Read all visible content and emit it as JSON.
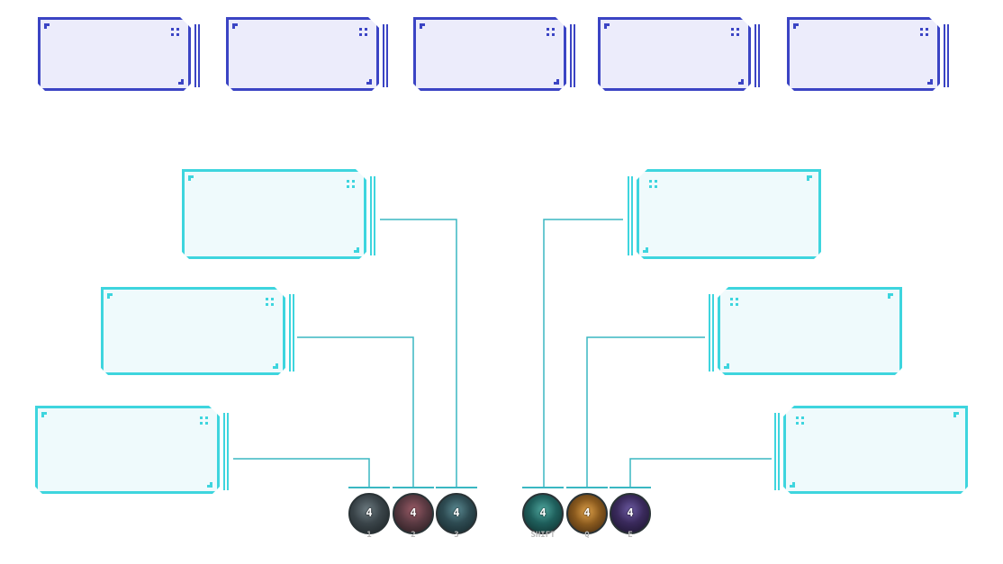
{
  "colors": {
    "blue_border": "#3b44c4",
    "blue_fill": "#ececfb",
    "cyan_border": "#3ed5de",
    "cyan_fill": "#effafc",
    "connector": "#3ab7c2",
    "key_label": "#b8b8b8"
  },
  "top_panels": [
    {
      "label": ""
    },
    {
      "label": ""
    },
    {
      "label": ""
    },
    {
      "label": ""
    },
    {
      "label": ""
    }
  ],
  "ability_panels_left": [
    {
      "label": ""
    },
    {
      "label": ""
    },
    {
      "label": ""
    }
  ],
  "ability_panels_right": [
    {
      "label": ""
    },
    {
      "label": ""
    },
    {
      "label": ""
    }
  ],
  "abilities": [
    {
      "count": "4",
      "key": "1",
      "icon": "shadow-figure-icon",
      "color": "#3a4449"
    },
    {
      "count": "4",
      "key": "2",
      "icon": "crimson-figure-icon",
      "color": "#5a3a42"
    },
    {
      "count": "4",
      "key": "3",
      "icon": "rune-tablet-icon",
      "color": "#2e4b52"
    },
    {
      "count": "4",
      "key": "SHIFT",
      "icon": "teal-spirit-icon",
      "color": "#1f5f5c"
    },
    {
      "count": "4",
      "key": "Q",
      "icon": "fire-burst-icon",
      "color": "#8a5a1e"
    },
    {
      "count": "4",
      "key": "E",
      "icon": "void-orb-icon",
      "color": "#3a2a5c"
    }
  ]
}
